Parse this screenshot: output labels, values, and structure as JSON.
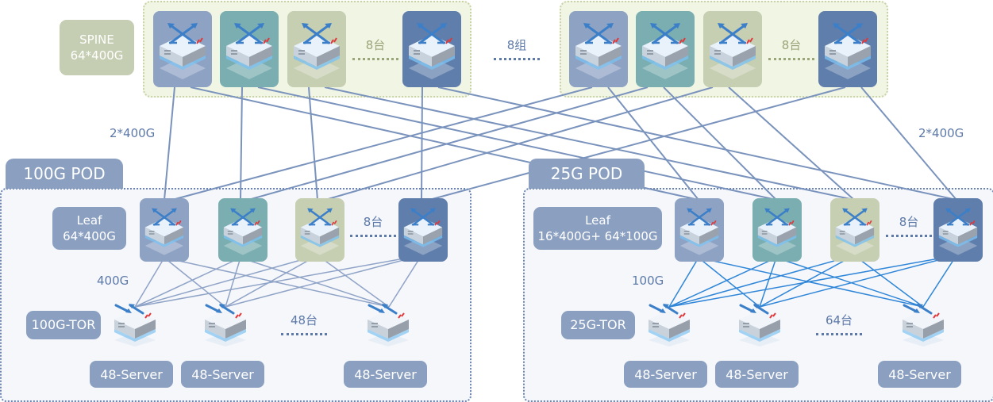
{
  "spine": {
    "label_line1": "SPINE",
    "label_line2": "64*400G",
    "group_count_left": "8台",
    "group_count_right": "8台",
    "groups_between": "8组",
    "uplink_left": "2*400G",
    "uplink_right": "2*400G"
  },
  "pod_100g": {
    "title": "100G POD",
    "leaf_line1": "Leaf",
    "leaf_line2": "64*400G",
    "leaf_count": "8台",
    "tor_link": "400G",
    "tor_label": "100G-TOR",
    "tor_count": "48台",
    "servers": [
      "48-Server",
      "48-Server",
      "48-Server"
    ]
  },
  "pod_25g": {
    "title": "25G POD",
    "leaf_line1": "Leaf",
    "leaf_line2": "16*400G+ 64*100G",
    "leaf_count": "8台",
    "tor_link": "100G",
    "tor_label": "25G-TOR",
    "tor_count": "64台",
    "servers": [
      "48-Server",
      "48-Server",
      "48-Server"
    ]
  },
  "icons": {
    "core_switch": "core-switch-icon",
    "access_switch": "access-switch-icon"
  },
  "colors": {
    "spine_link": "#7a93bd",
    "leaf_tor_link_100g": "#8fa3c7",
    "leaf_tor_link_25g": "#2f86d8",
    "card_1": "#8ea2c4",
    "card_2": "#7aaeb1",
    "card_3": "#c6cfb2",
    "card_4": "#5f7eab"
  }
}
